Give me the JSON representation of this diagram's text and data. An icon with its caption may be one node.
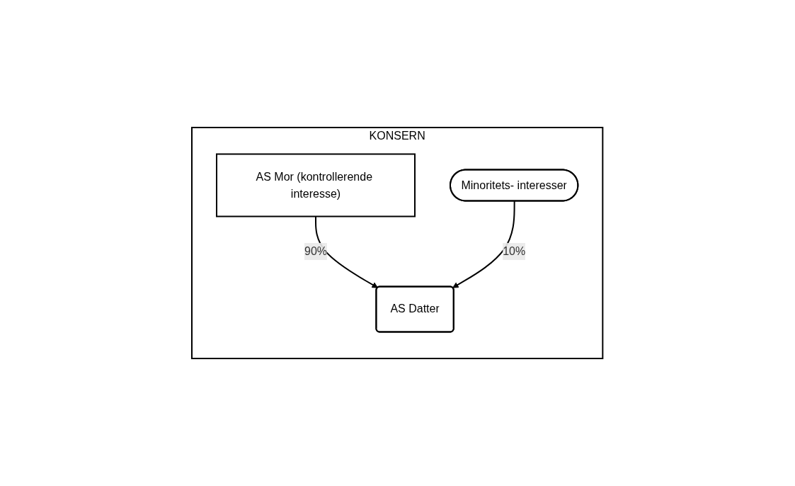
{
  "diagram": {
    "nodes": [
      {
        "text": [
          "KONSERN"
        ]
      },
      {
        "text": [
          "AS Mor (kontrollerende interesse)"
        ],
        "in": 0
      },
      {
        "text": [
          "AS Datter"
        ],
        "in": 0
      },
      {
        "text": [
          "Minoritets- interesser"
        ],
        "in": 0
      }
    ],
    "edges": [
      {
        "from": 1,
        "to": 2,
        "arrow": "to",
        "label": "90%"
      },
      {
        "from": 3,
        "to": 2,
        "arrow": "to",
        "label": "10%"
      }
    ]
  }
}
